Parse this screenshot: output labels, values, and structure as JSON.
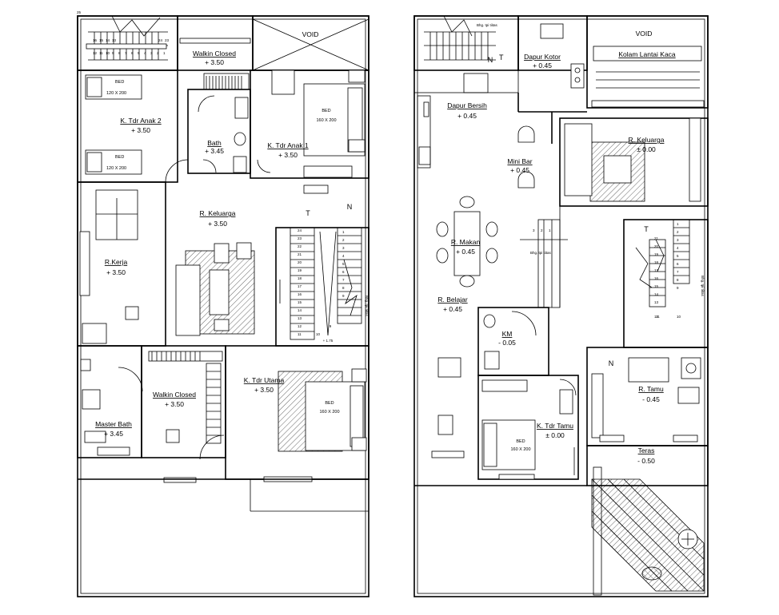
{
  "title": "",
  "upper_floor": {
    "rooms": [
      {
        "name": "Walkin Closed",
        "level": "+ 3.50"
      },
      {
        "name": "K. Tdr Anak 2",
        "level": "+ 3.50"
      },
      {
        "name": "Bath",
        "level": "+ 3.45"
      },
      {
        "name": "K. Tdr Anak 1",
        "level": "+ 3.50"
      },
      {
        "name": "R. Keluarga",
        "level": "+ 3.50"
      },
      {
        "name": "R.Kerja",
        "level": "+ 3.50"
      },
      {
        "name": "Master Bath",
        "level": "+ 3.45"
      },
      {
        "name": "Walkin Closed",
        "level": "+ 3.50"
      },
      {
        "name": "K. Tdr Utama",
        "level": "+ 3.50"
      }
    ],
    "void_label": "VOID",
    "beds": [
      {
        "label": "BED",
        "size": "120 X 200"
      },
      {
        "label": "BED",
        "size": "120 X 200"
      },
      {
        "label": "BED",
        "size": "160 X 200"
      },
      {
        "label": "BED",
        "size": "160 X 200"
      }
    ],
    "stair_top": "T",
    "stair_north": "N",
    "stair_level": "+ 1.75",
    "stair_note": "Bhg. tpi tiitas",
    "stair_numbers_left": [
      "24",
      "23",
      "22",
      "21",
      "20",
      "19",
      "18",
      "17",
      "16",
      "15",
      "14",
      "13",
      "12",
      "11",
      "10"
    ],
    "stair_numbers_right": [
      "1",
      "2",
      "3",
      "4",
      "5",
      "6",
      "7",
      "8",
      "9"
    ],
    "stair_bottom": "9",
    "top_stair_numbers": [
      "16",
      "15",
      "14",
      "13",
      "12",
      "11",
      "10",
      "9",
      "8",
      "7",
      "6",
      "5",
      "4",
      "3",
      "2",
      "1"
    ],
    "top_stair_extra": [
      "25",
      "24",
      "23",
      "22",
      "21",
      "20",
      "19",
      "18",
      "17"
    ]
  },
  "lower_floor": {
    "rooms": [
      {
        "name": "Dapur Kotor",
        "level": "+ 0.45"
      },
      {
        "name": "Dapur Bersih",
        "level": "+ 0.45"
      },
      {
        "name": "R. Keluarga",
        "level": "± 0.00"
      },
      {
        "name": "Mini Bar",
        "level": "+ 0.45"
      },
      {
        "name": "R. Makan",
        "level": "+ 0.45"
      },
      {
        "name": "R. Belajar",
        "level": "+ 0.45"
      },
      {
        "name": "KM",
        "level": "- 0.05"
      },
      {
        "name": "R. Tamu",
        "level": "- 0.45"
      },
      {
        "name": "K. Tdr Tamu",
        "level": "± 0.00"
      },
      {
        "name": "Teras",
        "level": "- 0.50"
      }
    ],
    "void_label": "VOID",
    "pool_label": "Kolam Lantai Kaca",
    "bed": {
      "label": "BED",
      "size": "160 X 200"
    },
    "stair_top": "T",
    "stair_north": "N",
    "stair_numbers_left": [
      "21",
      "20",
      "19",
      "18",
      "17",
      "16",
      "15",
      "14",
      "13",
      "12",
      "11"
    ],
    "stair_numbers_right": [
      "1",
      "2",
      "3",
      "4",
      "5",
      "6",
      "7",
      "8",
      "9",
      "10"
    ],
    "stair_bottom": "11",
    "stair_note": "Bhg. tpi tiitas",
    "small_stair": [
      "3",
      "2",
      "1"
    ],
    "small_stair_note": "Bhg. tpi tiitas",
    "top_stair_note": "Bhg. tpi tiitas",
    "top_stair_t": "T",
    "top_stair_n": "N"
  },
  "colors": {
    "line": "#000000",
    "background": "#ffffff"
  }
}
